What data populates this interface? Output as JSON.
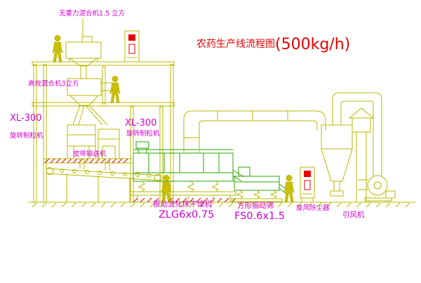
{
  "title": {
    "main": "农药生产线流程图",
    "capacity": "(500kg/h)"
  },
  "labels": {
    "gravity_mixer": "无重力混合机1.5 立方",
    "high_mixer": "高效混合机3立方",
    "xl300_left": "XL-300",
    "granulator_left": "旋转制粒机",
    "xl300_right": "XL-300",
    "granulator_right": "旋转制粒机",
    "belt_conveyor": "皮带输送机",
    "dryer_name": "振动流化床干燥机",
    "dryer_model": "ZLG6x0.75",
    "screen_name": "方形振动筛",
    "screen_model": "FS0.6x1.5",
    "cyclone_name": "旋风除尘器",
    "fan_name": "引风机"
  },
  "colors": {
    "cad_line_yellow": "#b8b800",
    "cad_line_green": "#2aa400",
    "label_magenta": "#d400d4",
    "title_red": "#e60000",
    "figure_yellow": "#c9bf00",
    "background": "#ffffff"
  }
}
